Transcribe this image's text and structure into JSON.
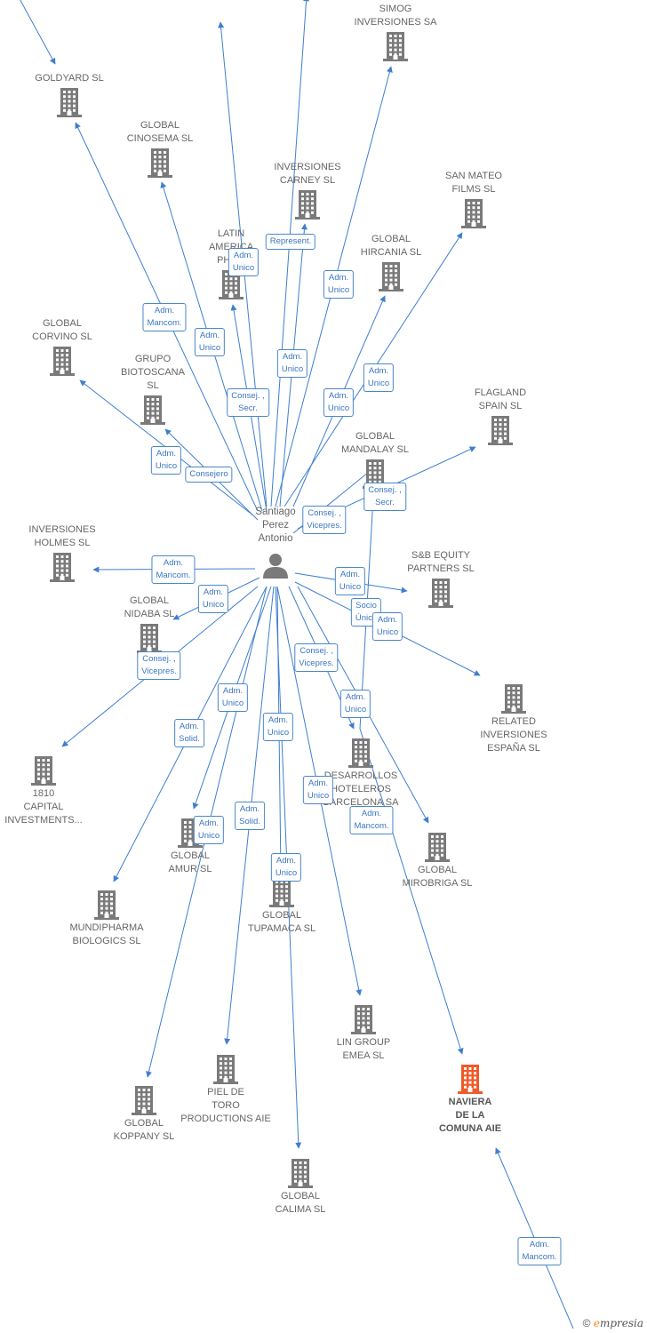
{
  "person": {
    "name": "Santiago\nPerez\nAntonio",
    "icon": "person-icon",
    "color": "#7a7a7a"
  },
  "colors": {
    "edge": "#3f7fcf",
    "building": "#7a7a7a",
    "highlight": "#f05a28"
  },
  "companies": [
    {
      "id": "goldyard",
      "name": "GOLDYARD SL"
    },
    {
      "id": "simog",
      "name": "SIMOG\nINVERSIONES SA"
    },
    {
      "id": "global_cinosema",
      "name": "GLOBAL\nCINOSEMA SL"
    },
    {
      "id": "inversiones_carney",
      "name": "INVERSIONES\nCARNEY SL"
    },
    {
      "id": "san_mateo",
      "name": "SAN MATEO\nFILMS SL"
    },
    {
      "id": "latin_america",
      "name": "LATIN\nAMERICA\nPHA..."
    },
    {
      "id": "global_hircania",
      "name": "GLOBAL\nHIRCANIA SL"
    },
    {
      "id": "global_corvino",
      "name": "GLOBAL\nCORVINO SL"
    },
    {
      "id": "grupo_biotoscana",
      "name": "GRUPO\nBIOTOSCANA\nSL"
    },
    {
      "id": "flagland",
      "name": "FLAGLAND\nSPAIN SL"
    },
    {
      "id": "global_mandalay",
      "name": "GLOBAL\nMANDALAY SL"
    },
    {
      "id": "inversiones_holmes",
      "name": "INVERSIONES\nHOLMES SL"
    },
    {
      "id": "sb_equity",
      "name": "S&B EQUITY\nPARTNERS SL"
    },
    {
      "id": "global_nidaba",
      "name": "GLOBAL\nNIDABA SL"
    },
    {
      "id": "related_inversiones",
      "name": "RELATED\nINVERSIONES\nESPAÑA SL"
    },
    {
      "id": "capital_1810",
      "name": "1810\nCAPITAL\nINVESTMENTS..."
    },
    {
      "id": "desarrollos",
      "name": "DESARROLLOS\nHOTELEROS\nBARCELONA SA"
    },
    {
      "id": "global_amur",
      "name": "GLOBAL\nAMUR SL"
    },
    {
      "id": "global_mirobriga",
      "name": "GLOBAL\nMIROBRIGA SL"
    },
    {
      "id": "mundipharma",
      "name": "MUNDIPHARMA\nBIOLOGICS SL"
    },
    {
      "id": "global_tupamaca",
      "name": "GLOBAL\nTUPAMACA SL"
    },
    {
      "id": "lin_group",
      "name": "LIN GROUP\nEMEA SL"
    },
    {
      "id": "naviera",
      "name": "NAVIERA\nDE LA\nCOMUNA AIE"
    },
    {
      "id": "piel_de_toro",
      "name": "PIEL DE\nTORO\nPRODUCTIONS AIE"
    },
    {
      "id": "global_koppany",
      "name": "GLOBAL\nKOPPANY SL"
    },
    {
      "id": "global_calima",
      "name": "GLOBAL\nCALIMA SL"
    }
  ],
  "edge_labels": [
    {
      "id": "l_latin",
      "text": "Adm.\nUnico"
    },
    {
      "id": "l_carney",
      "text": "Represent."
    },
    {
      "id": "l_simog",
      "text": "Adm.\nUnico"
    },
    {
      "id": "l_goldyard",
      "text": "Adm.\nMancom."
    },
    {
      "id": "l_cinosema",
      "text": "Adm.\nUnico"
    },
    {
      "id": "l_top",
      "text": "Adm.\nUnico"
    },
    {
      "id": "l_sanmateo",
      "text": "Adm.\nUnico"
    },
    {
      "id": "l_consej_secr",
      "text": "Consej. ,\nSecr."
    },
    {
      "id": "l_hircania",
      "text": "Adm.\nUnico"
    },
    {
      "id": "l_corvino",
      "text": "Adm.\nUnico"
    },
    {
      "id": "l_consejero",
      "text": "Consejero"
    },
    {
      "id": "l_flagland",
      "text": "Consej. ,\nSecr."
    },
    {
      "id": "l_mandalay",
      "text": "Consej. ,\nVicepres."
    },
    {
      "id": "l_holmes",
      "text": "Adm.\nMancom."
    },
    {
      "id": "l_sb",
      "text": "Adm.\nUnico"
    },
    {
      "id": "l_nidaba",
      "text": "Adm.\nUnico"
    },
    {
      "id": "l_socio",
      "text": "Socio\nÚnico"
    },
    {
      "id": "l_related",
      "text": "Adm.\nUnico"
    },
    {
      "id": "l_1810",
      "text": "Consej. ,\nVicepres."
    },
    {
      "id": "l_mirobriga_cv",
      "text": "Consej. ,\nVicepres."
    },
    {
      "id": "l_amur",
      "text": "Adm.\nUnico"
    },
    {
      "id": "l_desarrollos",
      "text": "Adm.\nUnico"
    },
    {
      "id": "l_mundi",
      "text": "Adm.\nSolid."
    },
    {
      "id": "l_tupamaca",
      "text": "Adm.\nUnico"
    },
    {
      "id": "l_lin",
      "text": "Adm.\nUnico"
    },
    {
      "id": "l_naviera",
      "text": "Adm.\nMancom."
    },
    {
      "id": "l_koppany",
      "text": "Adm.\nUnico"
    },
    {
      "id": "l_piel",
      "text": "Adm.\nSolid."
    },
    {
      "id": "l_calima",
      "text": "Adm.\nUnico"
    },
    {
      "id": "l_naviera2",
      "text": "Adm.\nMancom."
    }
  ],
  "watermark": {
    "copyright": "©",
    "brand_initial": "e",
    "brand_rest": "mpresia"
  }
}
